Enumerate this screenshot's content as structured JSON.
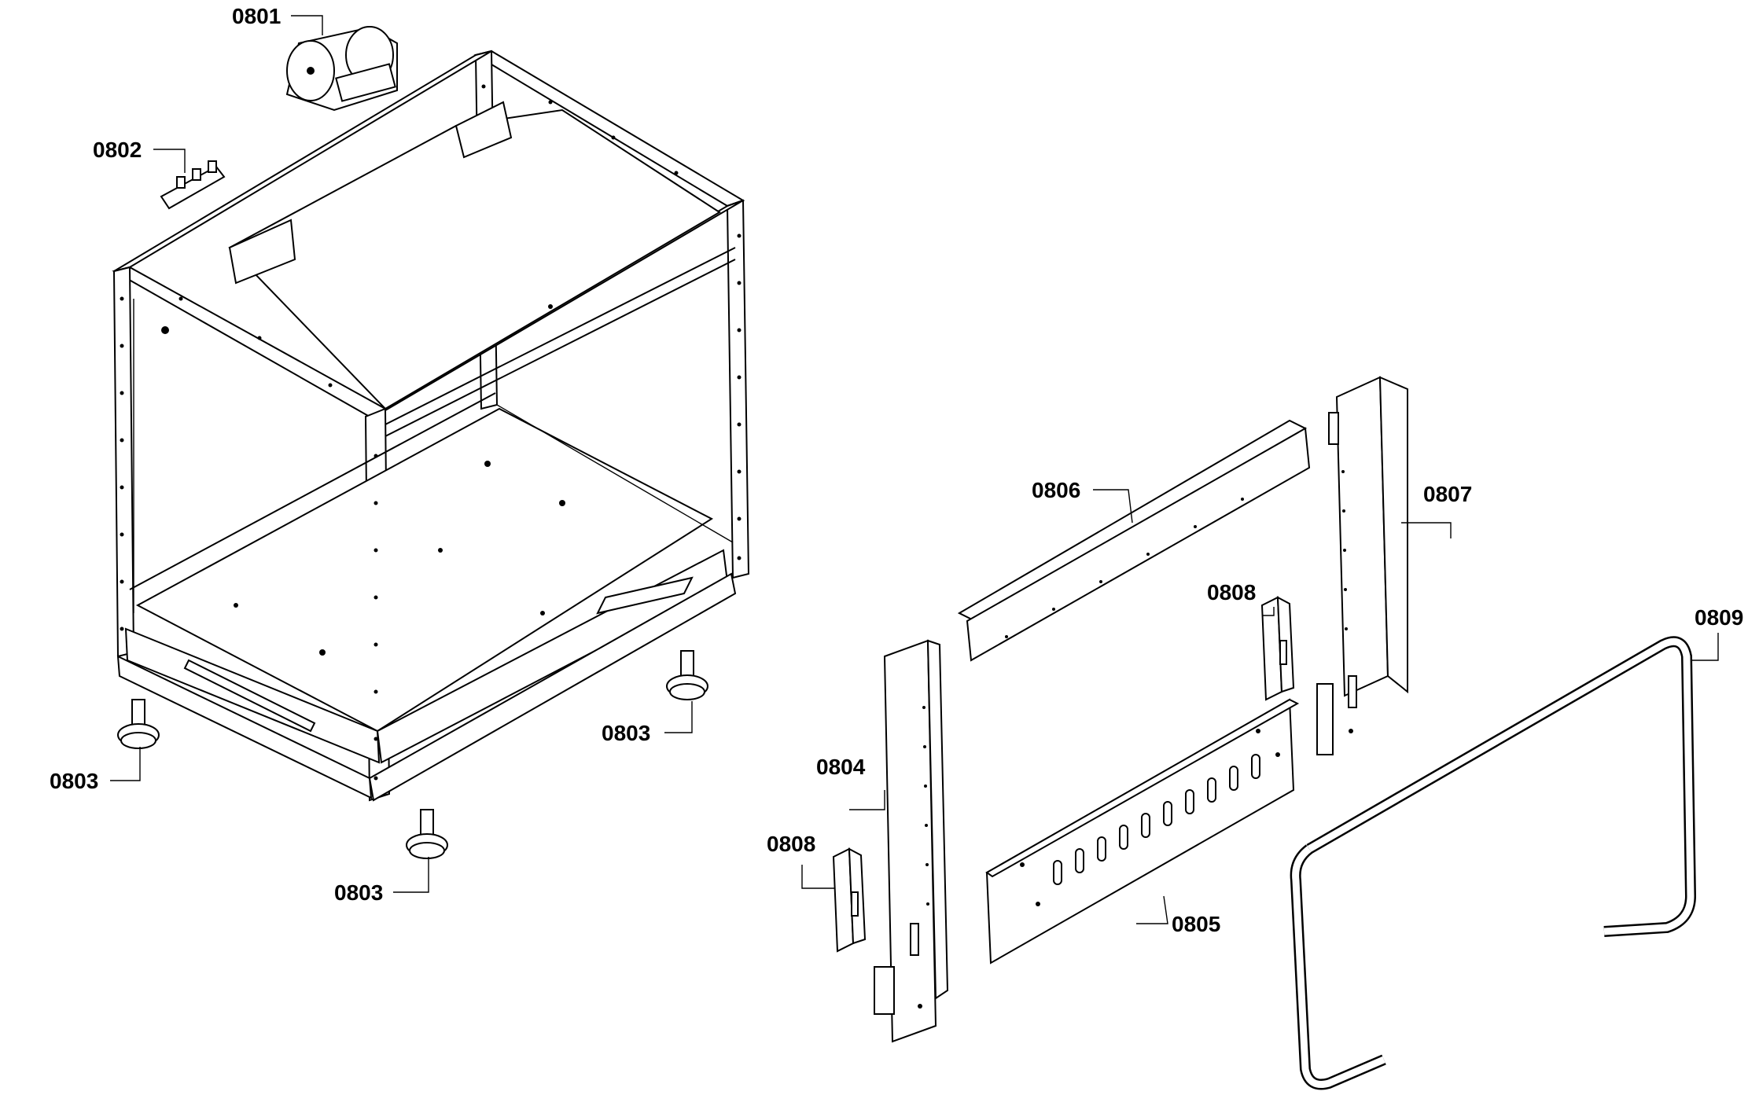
{
  "callouts": {
    "c0801": "0801",
    "c0802": "0802",
    "c0803a": "0803",
    "c0803b": "0803",
    "c0803c": "0803",
    "c0804": "0804",
    "c0805": "0805",
    "c0806": "0806",
    "c0807": "0807",
    "c0808a": "0808",
    "c0808b": "0808",
    "c0809": "0809"
  }
}
